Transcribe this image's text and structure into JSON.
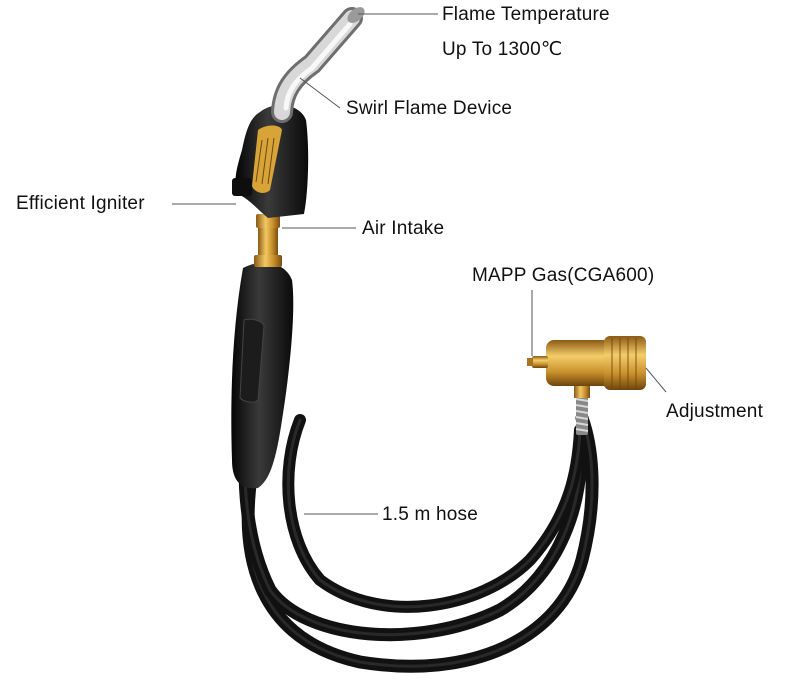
{
  "labels": {
    "flame_temperature": "Flame Temperature",
    "flame_temperature_sub": "Up To 1300℃",
    "swirl_flame_device": "Swirl Flame Device",
    "efficient_igniter": "Efficient Igniter",
    "air_intake": "Air Intake",
    "mapp_gas": "MAPP Gas(CGA600)",
    "adjustment": "Adjustment",
    "hose": "1.5 m hose"
  },
  "colors": {
    "background": "#ffffff",
    "hose": "#1a1a1a",
    "brass": "#c8962e",
    "chrome": "#c8c8c8",
    "leader_line": "#555555",
    "label_text": "#111111"
  }
}
